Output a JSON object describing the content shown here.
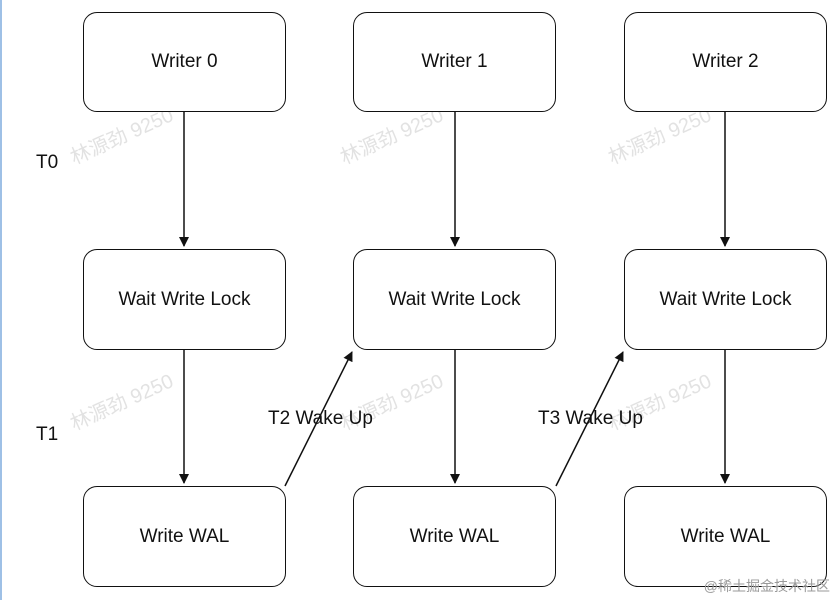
{
  "nodes": {
    "w0": "Writer 0",
    "w1": "Writer 1",
    "w2": "Writer 2",
    "lock0": "Wait Write Lock",
    "lock1": "Wait Write Lock",
    "lock2": "Wait Write Lock",
    "wal0": "Write WAL",
    "wal1": "Write WAL",
    "wal2": "Write WAL"
  },
  "time_labels": {
    "t0": "T0",
    "t1": "T1"
  },
  "edge_labels": {
    "wake2": "T2 Wake Up",
    "wake3": "T3 Wake Up"
  },
  "watermark": "林源劲 9250",
  "credit": "@稀土掘金技术社区",
  "colors": {
    "stroke": "#111111",
    "background": "#ffffff"
  }
}
